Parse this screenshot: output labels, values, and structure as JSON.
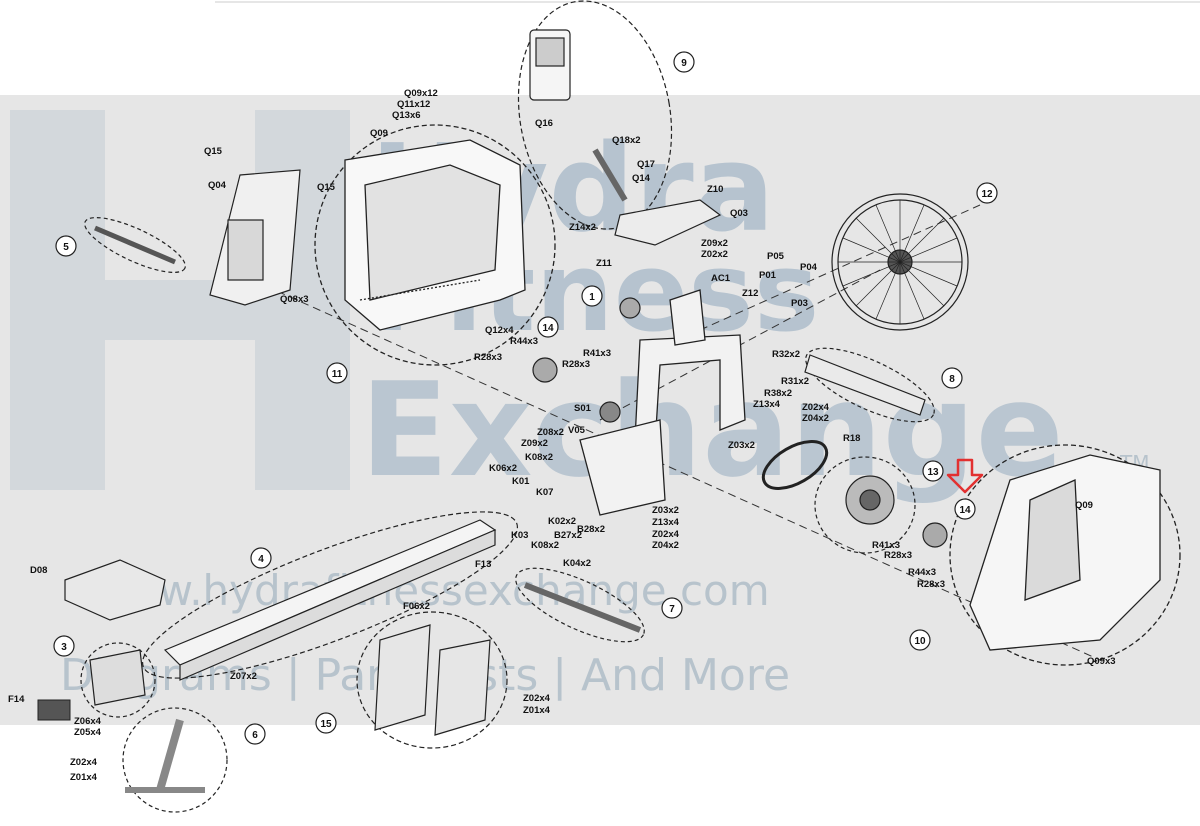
{
  "watermark": {
    "brand_line1": "Hydra",
    "brand_line2": "Fitness",
    "brand_line3": "Exchange",
    "url": "www.hydrafitnessexchange.com",
    "tagline": "Diagrams | Parts Lists | And More",
    "trademark": "TM"
  },
  "callouts": [
    "1",
    "3",
    "4",
    "5",
    "6",
    "7",
    "8",
    "9",
    "10",
    "11",
    "12",
    "13",
    "14",
    "14",
    "15"
  ],
  "parts": [
    "Q09x12",
    "Q11x12",
    "Q13x6",
    "Q09",
    "Q15",
    "Q04",
    "Q15",
    "Q08x3",
    "Q12x4",
    "Q16",
    "Q18x2",
    "Q17",
    "Q14",
    "Z10",
    "Q03",
    "Z14x2",
    "Z09x2",
    "Z02x2",
    "Z11",
    "AC1",
    "P05",
    "P01",
    "P04",
    "Z12",
    "P03",
    "R44x3",
    "R28x3",
    "R41x3",
    "R28x3",
    "R32x2",
    "R31x2",
    "R38x2",
    "Z13x4",
    "Z02x4",
    "Z04x2",
    "Z03x2",
    "R18",
    "S01",
    "Z08x2",
    "V05",
    "Z09x2",
    "K06x2",
    "K08x2",
    "K01",
    "K07",
    "Z03x2",
    "Z13x4",
    "K02x2",
    "B28x2",
    "Z02x4",
    "K03",
    "B27x2",
    "Z04x2",
    "K08x2",
    "K04x2",
    "F13",
    "Q09",
    "R41x3",
    "R28x3",
    "R44x3",
    "R28x3",
    "D08",
    "F06x2",
    "Z07x2",
    "F14",
    "Z06x4",
    "Z05x4",
    "Z02x4",
    "Z01x4",
    "Z02x4",
    "Z01x4",
    "Q09x3"
  ],
  "highlight": {
    "color": "#e23030",
    "target": "14"
  }
}
